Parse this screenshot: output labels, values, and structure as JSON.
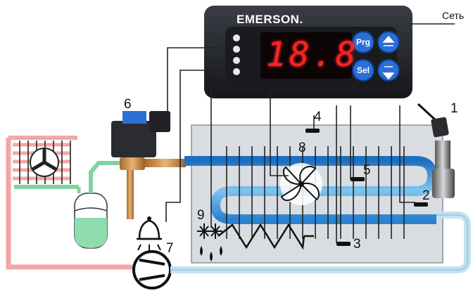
{
  "controller": {
    "brand": "EMERSON.",
    "display_value": "18.8",
    "buttons": {
      "prg": "Prg",
      "sel": "Sel"
    }
  },
  "power_label": "Сеть",
  "labels": {
    "c1": "1",
    "c2": "2",
    "c3": "3",
    "c4": "4",
    "c5": "5",
    "c6": "6",
    "c7": "7",
    "c8": "8",
    "c9": "9"
  },
  "colors": {
    "liquid_line": "#f2a6a6",
    "suction_line": "#bfe3f2",
    "evaporator_coil": "#2f8fd6",
    "green_line": "#7fd3a0",
    "cold_room": "#d9dde2",
    "controller_body": "#1f2126",
    "display": "#ff2020",
    "buttons": "#2a6fd6"
  }
}
